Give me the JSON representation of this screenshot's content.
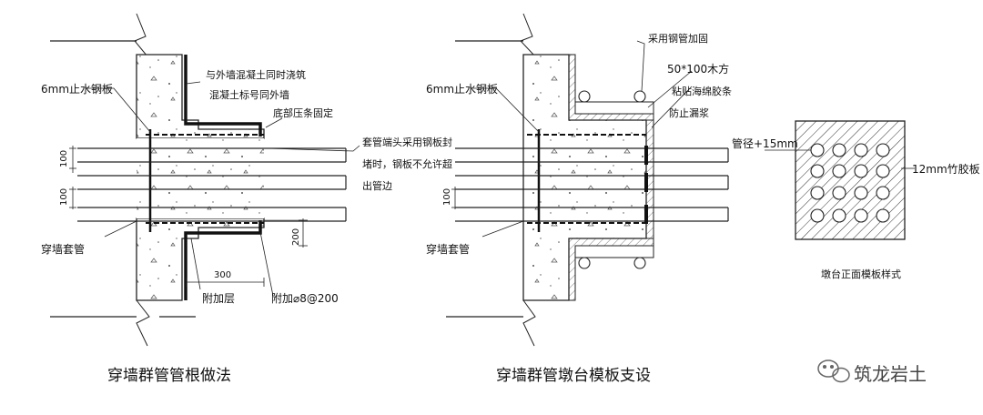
{
  "left": {
    "label_plate": "6mm止水钢板",
    "label_concrete_1": "与外墙混凝土同时浇筑",
    "label_concrete_2": "混凝土标号同外墙",
    "label_edge_fix": "底部压条固定",
    "label_seal_1": "套管端头采用钢板封",
    "label_seal_2": "堵时，钢板不允许超",
    "label_seal_3": "出管边",
    "label_sleeve": "穿墙套管",
    "label_layer": "附加层",
    "label_rebar": "附加⌀8@200",
    "dim_100_a": "100",
    "dim_100_b": "100",
    "dim_200": "200",
    "dim_300": "300",
    "caption": "穿墙群管管根做法"
  },
  "middle": {
    "label_steel_pipe": "采用钢管加固",
    "label_timber": "50*100木方",
    "label_sponge": "粘贴海绵胶条",
    "label_leak": "防止漏浆",
    "label_plate": "6mm止水钢板",
    "label_sleeve": "穿墙套管",
    "dim_100": "100",
    "caption": "穿墙群管墩台模板支设"
  },
  "right": {
    "label_diameter": "管径+15mm",
    "label_board": "12mm竹胶板",
    "caption": "墩台正面模板样式"
  },
  "watermark": {
    "text": "筑龙岩土"
  }
}
